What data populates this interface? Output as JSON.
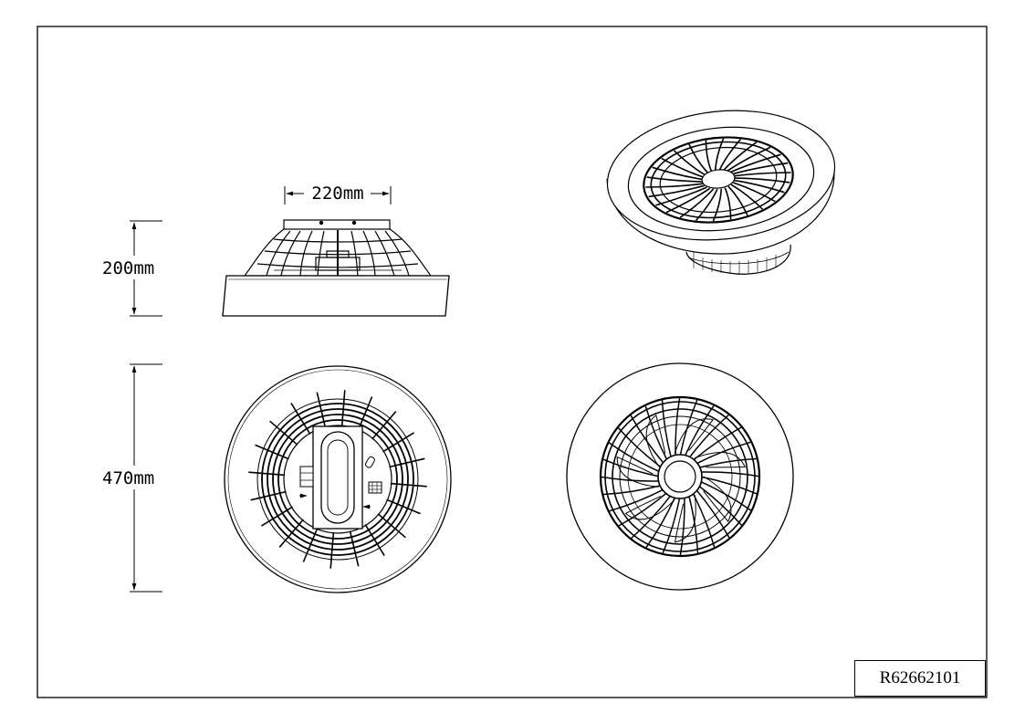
{
  "dimensions": {
    "width_label": "220mm",
    "height_label": "200mm",
    "diameter_label": "470mm"
  },
  "product_code": "R62662101",
  "views": {
    "side": "side-view",
    "iso": "isometric-view",
    "bottom": "bottom-view",
    "top": "top-view"
  }
}
